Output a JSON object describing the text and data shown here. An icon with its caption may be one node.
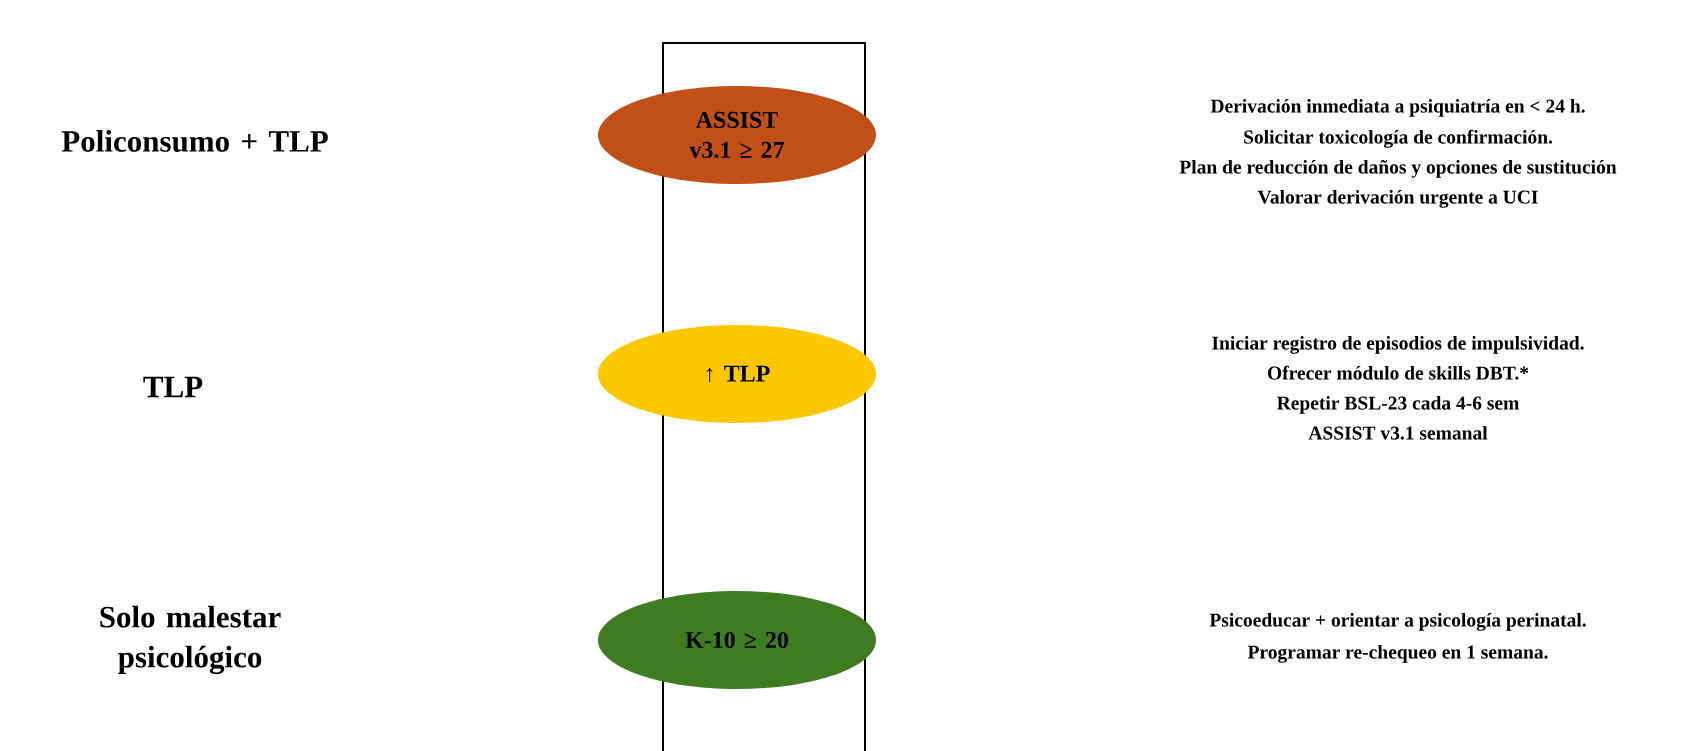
{
  "diagram": {
    "nodes": [
      {
        "text": [
          "ASSIST v3.1 ≥ 27"
        ]
      },
      {
        "text": [
          "↑ TLP"
        ]
      },
      {
        "text": [
          "K-10 ≥ 20"
        ]
      }
    ],
    "labels": [
      "Policonsumo + TLP",
      "Derivación inmediata a psiquiatría en < 24 h.",
      "Solicitar toxicología de confirmación.",
      "Plan de reducción de daños y opciones de sustitución",
      "Valorar derivación urgente a UCI",
      "TLP",
      "Iniciar registro de episodios de impulsividad.",
      "Ofrecer módulo de skills DBT.*",
      "Repetir BSL-23 cada 4-6 sem",
      "ASSIST v3.1 semanal",
      "Solo malestar psicológico",
      "Psicoeducar + orientar a psicología perinatal.",
      "Programar re-chequeo en 1 semana."
    ]
  }
}
